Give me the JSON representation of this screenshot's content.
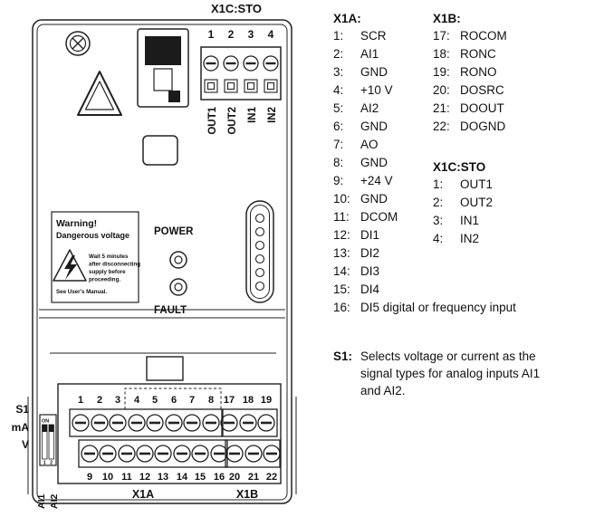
{
  "drawing": {
    "x1c_title": "X1C:STO",
    "x1c_pins": [
      "1",
      "2",
      "3",
      "4"
    ],
    "x1c_labels": [
      "OUT1",
      "OUT2",
      "IN1",
      "IN2"
    ],
    "warning_label": {
      "title": "Warning!",
      "subtitle": "Dangerous voltage",
      "lines": [
        "Wait 5 minutes",
        "after disconnecting",
        "supply before",
        "proceeding.",
        "See User's Manual."
      ]
    },
    "power_label": "POWER",
    "fault_label": "FAULT",
    "s1_label": "S1",
    "ma_label": "mA",
    "v_label": "V",
    "on_label": "ON",
    "dip_positions": [
      "1",
      "2"
    ],
    "ai_labels": [
      "AI1",
      "AI2"
    ],
    "x1a_label": "X1A",
    "x1b_label": "X1B",
    "terminal_numbers": {
      "row1": [
        "1",
        "2",
        "3",
        "4",
        "5",
        "6",
        "7",
        "8"
      ],
      "row1b": [
        "17",
        "18",
        "19"
      ],
      "row2": [
        "9",
        "10",
        "11",
        "12",
        "13",
        "14",
        "15",
        "16"
      ],
      "row2b": [
        "20",
        "21",
        "22"
      ]
    }
  },
  "legend": {
    "x1a": {
      "title": "X1A:",
      "items": [
        {
          "num": "1:",
          "label": "SCR"
        },
        {
          "num": "2:",
          "label": "AI1"
        },
        {
          "num": "3:",
          "label": "GND"
        },
        {
          "num": "4:",
          "label": "+10 V"
        },
        {
          "num": "5:",
          "label": "AI2"
        },
        {
          "num": "6:",
          "label": "GND"
        },
        {
          "num": "7:",
          "label": "AO"
        },
        {
          "num": "8:",
          "label": "GND"
        },
        {
          "num": "9:",
          "label": "+24 V"
        },
        {
          "num": "10:",
          "label": "GND"
        },
        {
          "num": "11:",
          "label": "DCOM"
        },
        {
          "num": "12:",
          "label": "DI1"
        },
        {
          "num": "13:",
          "label": "DI2"
        },
        {
          "num": "14:",
          "label": "DI3"
        },
        {
          "num": "15:",
          "label": "DI4"
        },
        {
          "num": "16:",
          "label": "DI5 digital or frequency input"
        }
      ]
    },
    "x1b": {
      "title": "X1B:",
      "items": [
        {
          "num": "17:",
          "label": "ROCOM"
        },
        {
          "num": "18:",
          "label": "RONC"
        },
        {
          "num": "19:",
          "label": "RONO"
        },
        {
          "num": "20:",
          "label": "DOSRC"
        },
        {
          "num": "21:",
          "label": "DOOUT"
        },
        {
          "num": "22:",
          "label": "DOGND"
        }
      ]
    },
    "x1c": {
      "title": "X1C:STO",
      "items": [
        {
          "num": "1:",
          "label": "OUT1"
        },
        {
          "num": "2:",
          "label": "OUT2"
        },
        {
          "num": "3:",
          "label": "IN1"
        },
        {
          "num": "4:",
          "label": "IN2"
        }
      ]
    },
    "s1_note": {
      "title": "S1:",
      "text": "Selects voltage or current as the signal types for analog inputs AI1 and AI2."
    }
  }
}
